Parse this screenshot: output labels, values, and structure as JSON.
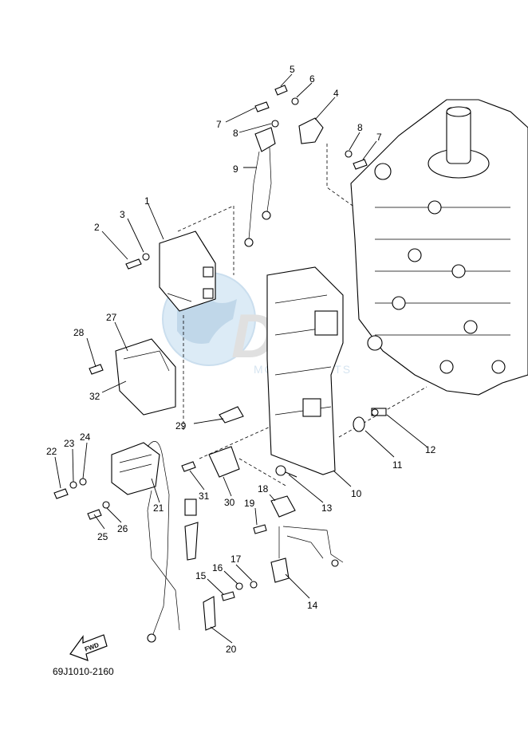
{
  "diagram": {
    "code": "69J1010-2160",
    "fwd_label": "FWD",
    "watermark": {
      "brand": "DSI",
      "tagline": "MOTOR PARTS"
    },
    "callouts": [
      {
        "id": "c1",
        "text": "1"
      },
      {
        "id": "c2",
        "text": "2"
      },
      {
        "id": "c3",
        "text": "3"
      },
      {
        "id": "c4",
        "text": "4"
      },
      {
        "id": "c5",
        "text": "5"
      },
      {
        "id": "c6",
        "text": "6"
      },
      {
        "id": "c7a",
        "text": "7"
      },
      {
        "id": "c7b",
        "text": "7"
      },
      {
        "id": "c8a",
        "text": "8"
      },
      {
        "id": "c8b",
        "text": "8"
      },
      {
        "id": "c9",
        "text": "9"
      },
      {
        "id": "c10",
        "text": "10"
      },
      {
        "id": "c11",
        "text": "11"
      },
      {
        "id": "c12",
        "text": "12"
      },
      {
        "id": "c13",
        "text": "13"
      },
      {
        "id": "c14",
        "text": "14"
      },
      {
        "id": "c15",
        "text": "15"
      },
      {
        "id": "c16",
        "text": "16"
      },
      {
        "id": "c17",
        "text": "17"
      },
      {
        "id": "c18",
        "text": "18"
      },
      {
        "id": "c19",
        "text": "19"
      },
      {
        "id": "c20",
        "text": "20"
      },
      {
        "id": "c21",
        "text": "21"
      },
      {
        "id": "c22",
        "text": "22"
      },
      {
        "id": "c23",
        "text": "23"
      },
      {
        "id": "c24",
        "text": "24"
      },
      {
        "id": "c25",
        "text": "25"
      },
      {
        "id": "c26",
        "text": "26"
      },
      {
        "id": "c27",
        "text": "27"
      },
      {
        "id": "c28",
        "text": "28"
      },
      {
        "id": "c29",
        "text": "29"
      },
      {
        "id": "c30",
        "text": "30"
      },
      {
        "id": "c31",
        "text": "31"
      },
      {
        "id": "c32",
        "text": "32"
      }
    ]
  }
}
